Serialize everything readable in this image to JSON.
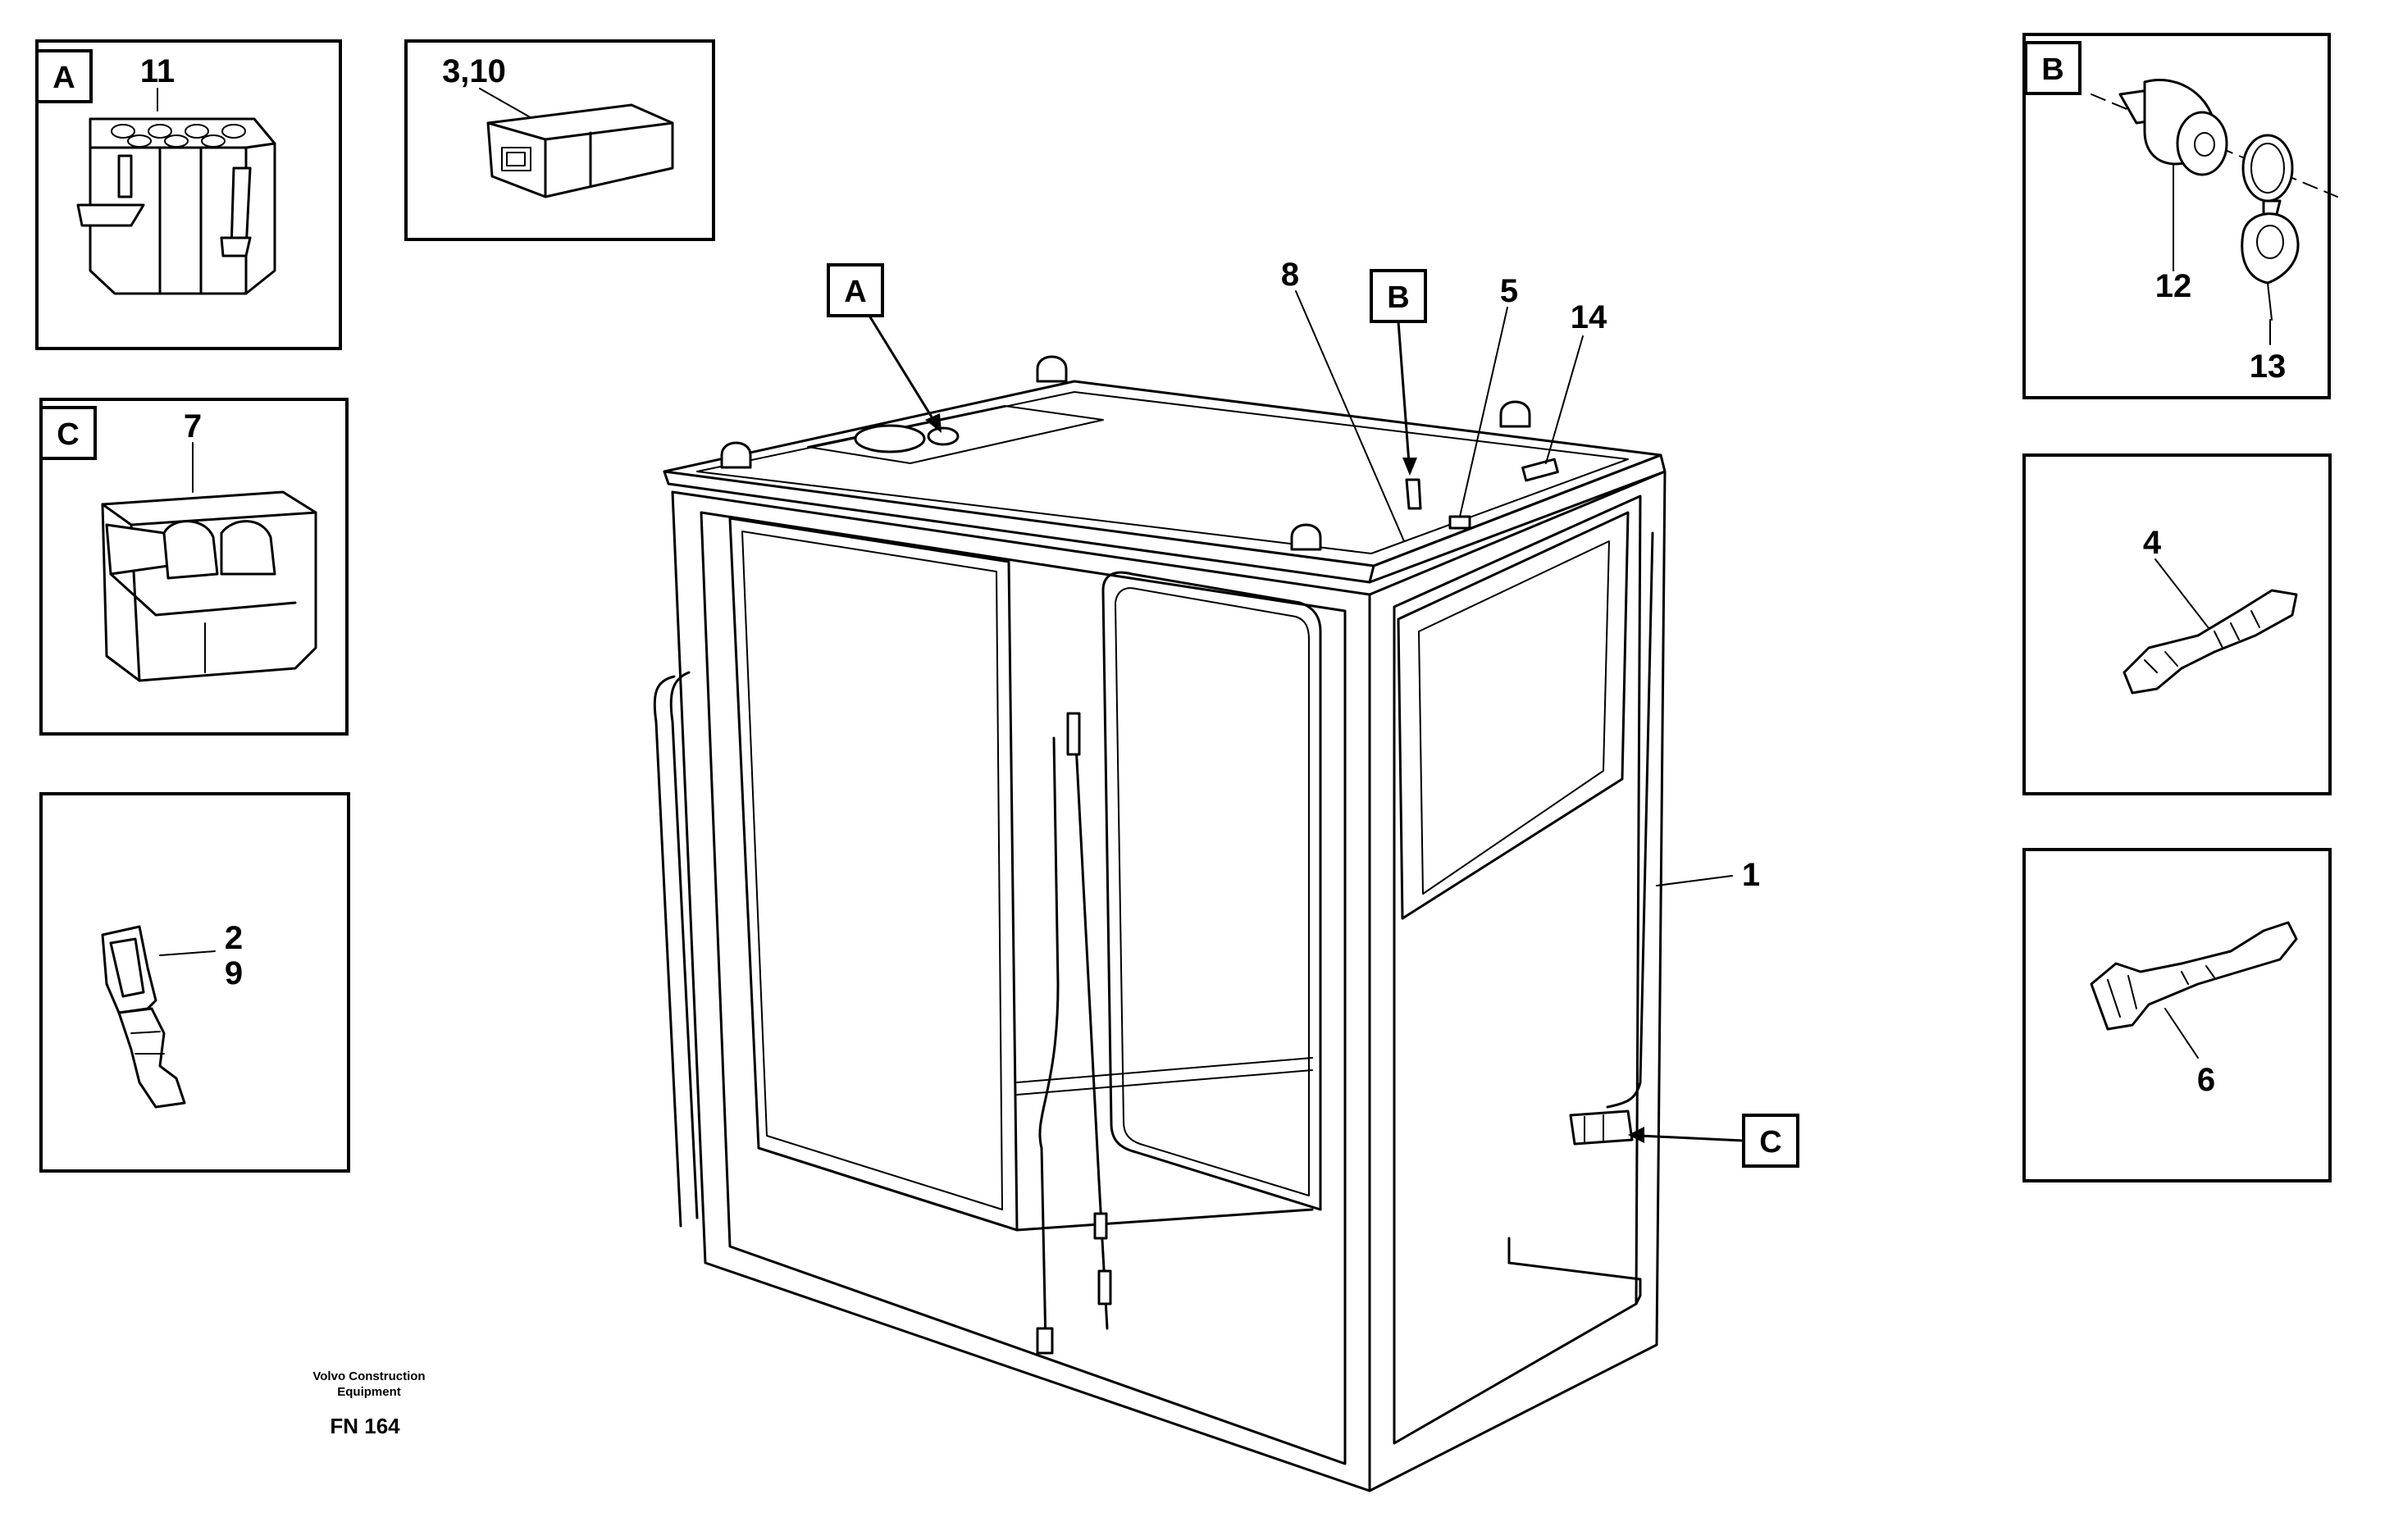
{
  "detail_tags": {
    "a": "A",
    "b": "B",
    "c": "C"
  },
  "part_numbers": {
    "p1": "1",
    "p2": "2",
    "p3_10": "3,10",
    "p4": "4",
    "p5": "5",
    "p6": "6",
    "p7": "7",
    "p8": "8",
    "p9": "9",
    "p11": "11",
    "p12": "12",
    "p13": "13",
    "p14": "14"
  },
  "footer": {
    "company_line1": "Volvo Construction",
    "company_line2": "Equipment",
    "figure_code": "FN 164"
  }
}
